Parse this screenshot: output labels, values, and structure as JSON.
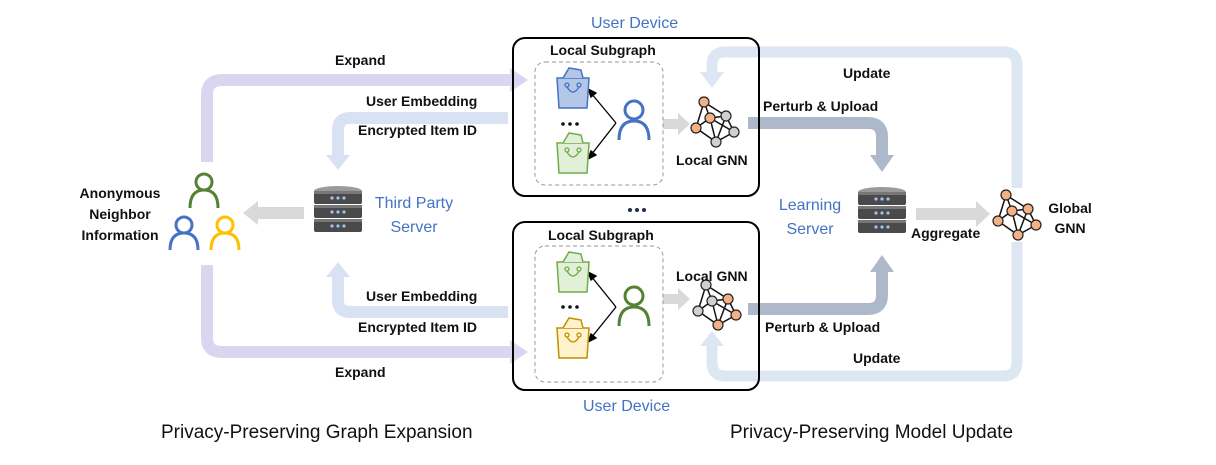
{
  "colors": {
    "expand_arrow": "#DCD5EF",
    "embed_arrow": "#D9E2F3",
    "upload_arrow": "#ADB9CA",
    "update_arrow": "#DDE7F3",
    "gray_arrow": "#D9D9D9",
    "accent_blue": "#4472C4",
    "user_blue": "#4472C4",
    "user_green": "#548235",
    "user_yellow": "#FFC000",
    "node_orange": "#F4B183",
    "node_gray": "#D0D0D0"
  },
  "left": {
    "anonymous_label": [
      "Anonymous",
      "Neighbor",
      "Information"
    ],
    "third_party_server": [
      "Third Party",
      "Server"
    ],
    "expand_top": "Expand",
    "expand_bottom": "Expand",
    "user_embedding_top": "User Embedding",
    "encrypted_top": "Encrypted Item ID",
    "user_embedding_bottom": "User Embedding",
    "encrypted_bottom": "Encrypted Item ID"
  },
  "devices": {
    "top": {
      "label": "User Device",
      "subgraph": "Local Subgraph",
      "gnn": "Local GNN",
      "ellipsis": "..."
    },
    "separator": "...",
    "bottom": {
      "label": "User Device",
      "subgraph": "Local Subgraph",
      "gnn": "Local GNN",
      "ellipsis": "..."
    }
  },
  "right": {
    "learning_server": [
      "Learning",
      "Server"
    ],
    "aggregate": "Aggregate",
    "global_gnn": [
      "Global",
      "GNN"
    ],
    "perturb_top": "Perturb & Upload",
    "perturb_bottom": "Perturb & Upload",
    "update_top": "Update",
    "update_bottom": "Update"
  },
  "titles": {
    "left": "Privacy-Preserving Graph Expansion",
    "right": "Privacy-Preserving Model Update"
  },
  "icons": {
    "user": "user-icon",
    "server": "server-database-icon",
    "bag": "shopping-bag-icon",
    "gnn": "graph-network-icon"
  }
}
